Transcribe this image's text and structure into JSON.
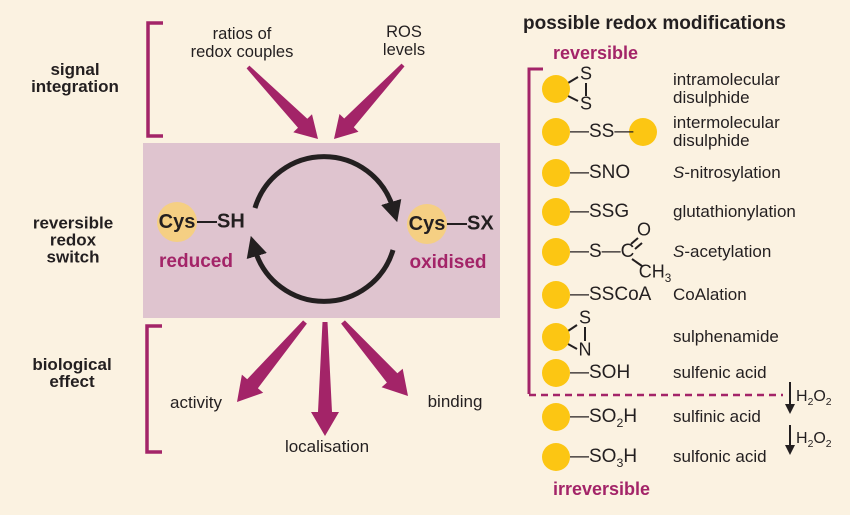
{
  "palette": {
    "background": "#FBF2E1",
    "switch_box": "#DFC4CF",
    "magenta": "#A32468",
    "gold_circle": "#FCC613",
    "pale_circle": "#F5CF83",
    "ink": "#231F20"
  },
  "left": {
    "section_labels": {
      "signal": "signal\nintegration",
      "switch": "reversible\nredox\nswitch",
      "effect": "biological\neffect"
    },
    "inputs": {
      "ratios": "ratios of\nredox couples",
      "ros": "ROS\nlevels"
    },
    "switch": {
      "reduced": {
        "residue": "Cys",
        "group": "—SH",
        "state": "reduced"
      },
      "oxidised": {
        "residue": "Cys",
        "group": "—SX",
        "state": "oxidised"
      }
    },
    "effects": {
      "activity": "activity",
      "localisation": "localisation",
      "binding": "binding"
    }
  },
  "right": {
    "title": "possible redox modifications",
    "reversible": "reversible",
    "irreversible": "irreversible",
    "h2o2": [
      {
        "t": "n",
        "v": "H"
      },
      {
        "t": "sub",
        "v": "2"
      },
      {
        "t": "n",
        "v": "O"
      },
      {
        "t": "sub",
        "v": "2"
      }
    ],
    "modifications": [
      {
        "name_lines": [
          "intramolecular",
          "disulphide"
        ],
        "atoms": [
          [
            {
              "t": "n",
              "v": "S"
            }
          ],
          [
            {
              "t": "n",
              "v": "S"
            }
          ]
        ]
      },
      {
        "name_lines": [
          "intermolecular",
          "disulphide"
        ],
        "formula": [
          {
            "t": "n",
            "v": "—SS—"
          }
        ]
      },
      {
        "name": [
          {
            "t": "i",
            "v": "S"
          },
          {
            "t": "n",
            "v": "-nitrosylation"
          }
        ],
        "formula": [
          {
            "t": "n",
            "v": "—SNO"
          }
        ]
      },
      {
        "name": [
          {
            "t": "n",
            "v": "glutathionylation"
          }
        ],
        "formula": [
          {
            "t": "n",
            "v": "—SSG"
          }
        ]
      },
      {
        "name": [
          {
            "t": "i",
            "v": "S"
          },
          {
            "t": "n",
            "v": "-acetylation"
          }
        ],
        "formula": [
          {
            "t": "n",
            "v": "—S—C"
          }
        ],
        "atoms": [
          [
            {
              "t": "n",
              "v": "O"
            }
          ],
          [
            {
              "t": "n",
              "v": "CH"
            },
            {
              "t": "sub",
              "v": "3"
            }
          ]
        ]
      },
      {
        "name": [
          {
            "t": "n",
            "v": "CoAlation"
          }
        ],
        "formula": [
          {
            "t": "n",
            "v": "—SSCoA"
          }
        ]
      },
      {
        "name": [
          {
            "t": "n",
            "v": "sulphenamide"
          }
        ],
        "atoms": [
          [
            {
              "t": "n",
              "v": "S"
            }
          ],
          [
            {
              "t": "n",
              "v": "N"
            }
          ]
        ]
      },
      {
        "name": [
          {
            "t": "n",
            "v": "sulfenic acid"
          }
        ],
        "formula": [
          {
            "t": "n",
            "v": "—SOH"
          }
        ]
      },
      {
        "name": [
          {
            "t": "n",
            "v": "sulfinic acid"
          }
        ],
        "formula": [
          {
            "t": "n",
            "v": "—SO"
          },
          {
            "t": "sub",
            "v": "2"
          },
          {
            "t": "n",
            "v": "H"
          }
        ]
      },
      {
        "name": [
          {
            "t": "n",
            "v": "sulfonic acid"
          }
        ],
        "formula": [
          {
            "t": "n",
            "v": "—SO"
          },
          {
            "t": "sub",
            "v": "3"
          },
          {
            "t": "n",
            "v": "H"
          }
        ]
      }
    ]
  }
}
